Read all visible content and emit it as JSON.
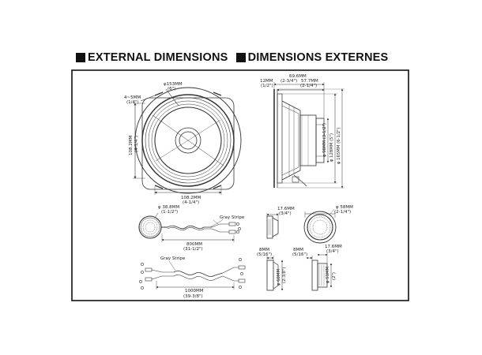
{
  "headings": {
    "en": "EXTERNAL DIMENSIONS",
    "fr": "DIMENSIONS EXTERNES"
  },
  "woofer_front": {
    "dia_mm": "φ153MM",
    "dia_in": "(6\")",
    "slot_mm": "4~5MM",
    "slot_in": "(1/4\")",
    "height_mm": "108.2MM",
    "height_in": "(4-1/4\")",
    "width_mm": "108.2MM",
    "width_in": "(4-1/4\")"
  },
  "woofer_side": {
    "depth_mm": "69.6MM",
    "depth_in": "(2-3/4\")",
    "flange_mm": "12MM",
    "flange_in": "(1/2\")",
    "mount_mm": "57.7MM",
    "mount_in": "(2-1/4\")",
    "magnet_dia": "φ 90MM (3-1/2\")",
    "cut_dia": "φ 128MM (5\")",
    "outer_dia": "φ 165MM (6-1/2\")"
  },
  "tweeter_front": {
    "dia_mm": "φ 38.8MM",
    "dia_in": "(1-1/2\")",
    "stripe": "Gray Stripe",
    "wire_mm": "800MM",
    "wire_in": "(31-1/2\")"
  },
  "tweeter_flush": {
    "depth_mm": "17.6MM",
    "depth_in": "(3/4\")"
  },
  "tweeter_surface": {
    "dia_mm": "φ 58MM",
    "dia_in": "(2-1/4\")"
  },
  "crossover": {
    "stripe": "Gray Stripe",
    "wire_mm": "1000MM",
    "wire_in": "(39-3/8\")"
  },
  "tweeter_mounts": {
    "a_mm": "8MM",
    "a_in": "(5/16\")",
    "a_dia": "φ 60MM",
    "a_dia_in": "(2-3/8\")",
    "b_mm": "8MM",
    "b_in": "(5/16\")",
    "c_mm": "17.6MM",
    "c_in": "(3/4\")",
    "c_dia": "φ 51MM",
    "c_dia_in": "(2\")"
  }
}
